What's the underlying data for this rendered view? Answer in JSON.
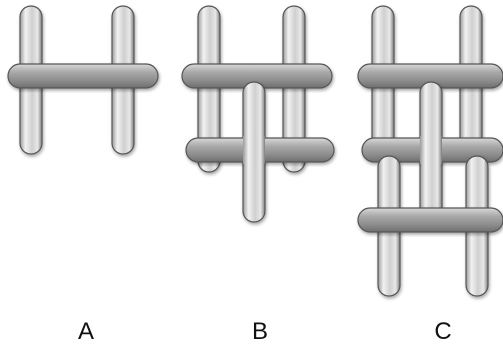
{
  "panels": [
    {
      "label": "A",
      "verticals": 2,
      "horizontals": 1
    },
    {
      "label": "B",
      "verticals": 3,
      "horizontals": 2
    },
    {
      "label": "C",
      "verticals": 5,
      "horizontals": 3
    }
  ],
  "colors": {
    "background": "#ffffff",
    "stick_light": "#f4f4f4",
    "stick_mid": "#bdbdbd",
    "stick_dark": "#7a7a7a",
    "stick_outline": "#555555",
    "label_text": "#111111"
  }
}
